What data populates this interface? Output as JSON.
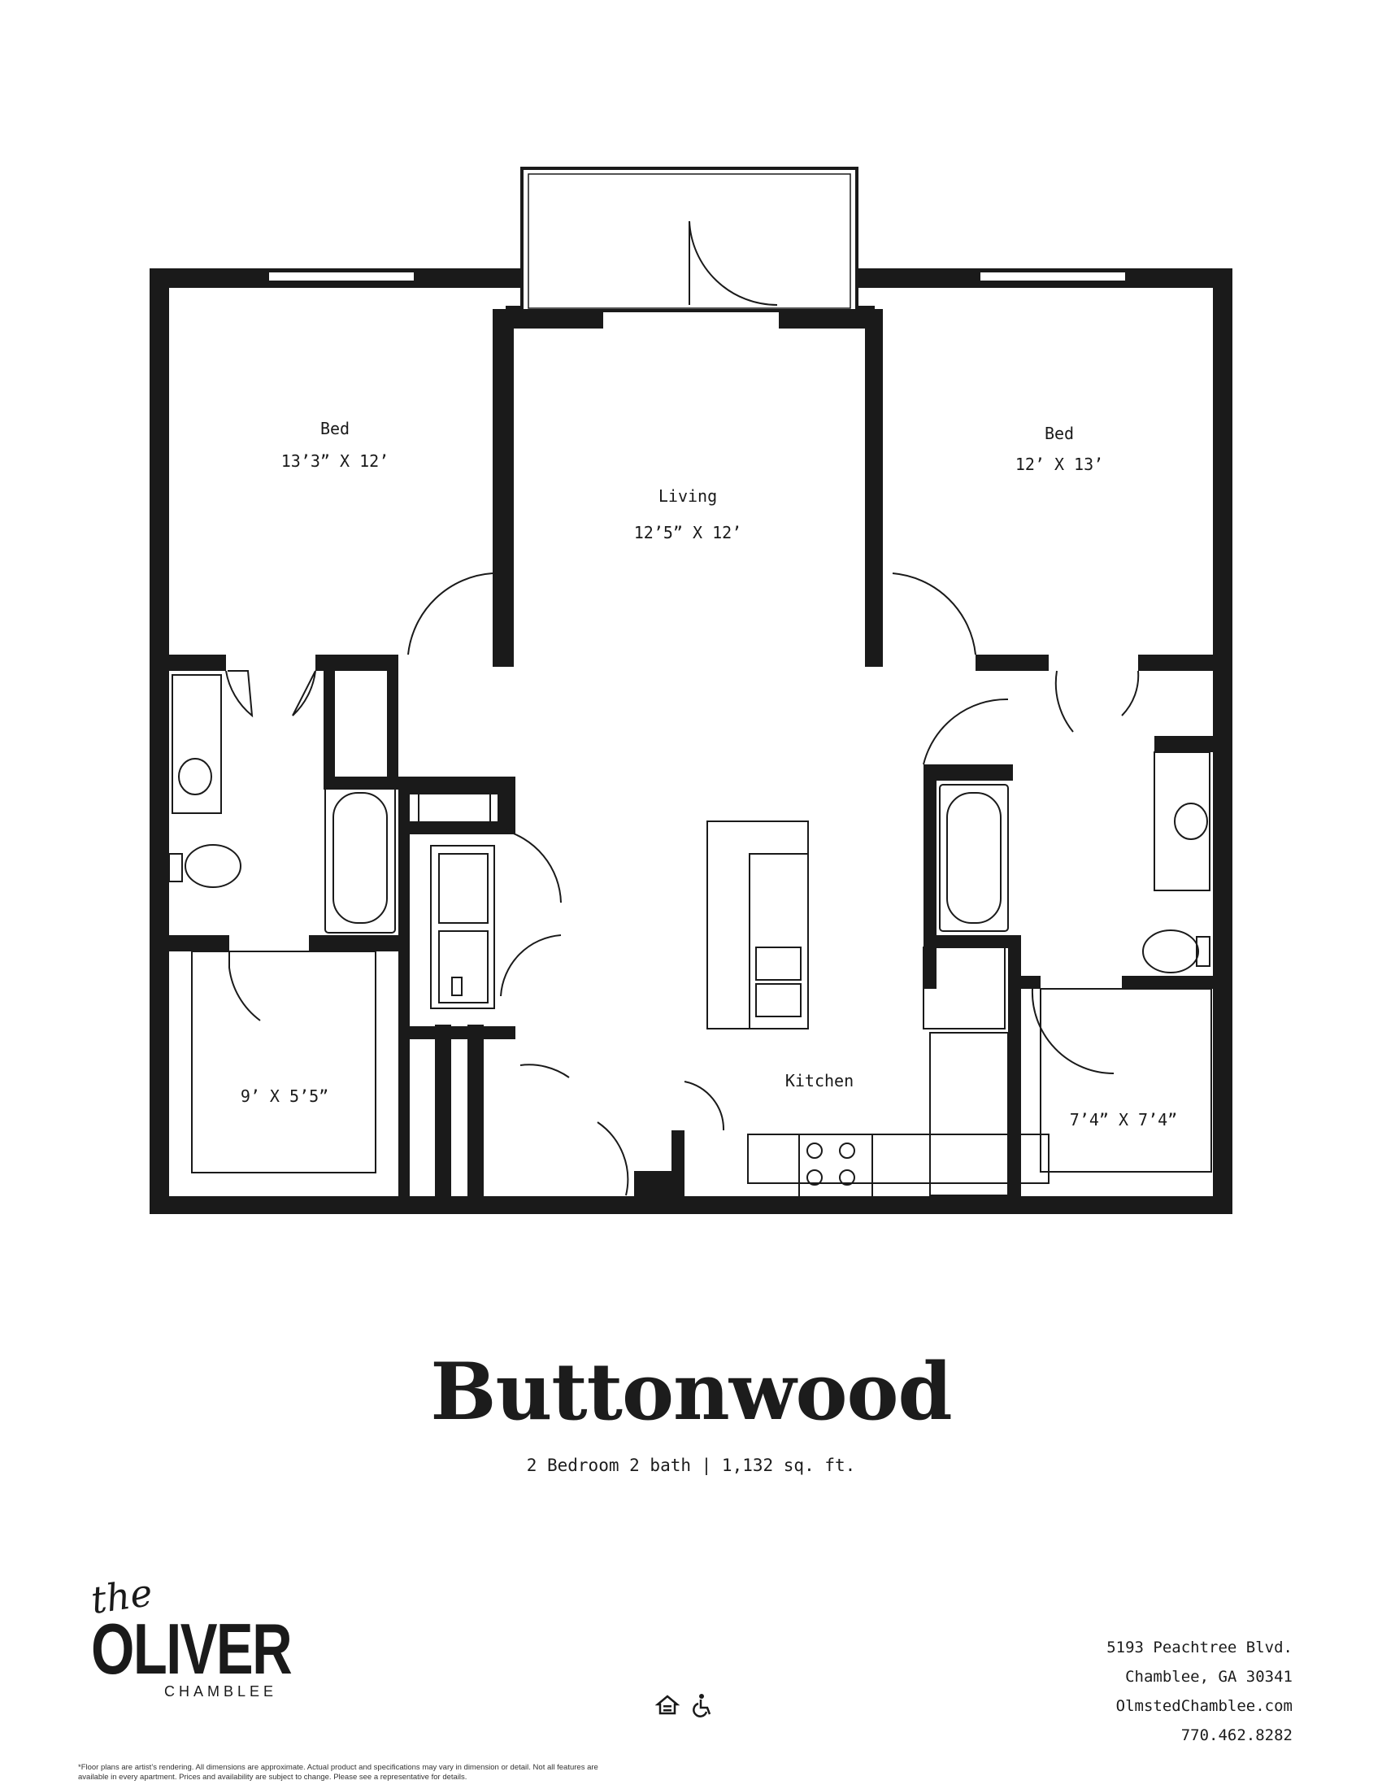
{
  "rooms": {
    "bed_left": {
      "name": "Bed",
      "size": "13’3” X 12’"
    },
    "living": {
      "name": "Living",
      "size": "12’5” X 12’"
    },
    "bed_right": {
      "name": "Bed",
      "size": "12’ X 13’"
    },
    "closet_left": {
      "size": "9’ X 5’5”"
    },
    "kitchen": {
      "name": "Kitchen"
    },
    "closet_right": {
      "size": "7’4” X 7’4”"
    }
  },
  "plan_name": "Buttonwood",
  "plan_summary": "2 Bedroom 2 bath | 1,132 sq. ft.",
  "logo": {
    "the": "the",
    "name": "OLIVER",
    "location": "CHAMBLEE"
  },
  "disclaimer": "*Floor plans are artist’s rendering. All dimensions are approximate. Actual product and specifications may vary in dimension or detail. Not all features are available in every apartment. Prices and availability are subject to change. Please see a representative for details.",
  "address": {
    "street": "5193 Peachtree Blvd.",
    "city": "Chamblee, GA 30341",
    "website": "OlmstedChamblee.com",
    "phone": "770.462.8282"
  },
  "icons": [
    "equal-housing-icon",
    "accessibility-icon"
  ],
  "colors": {
    "wall": "#1a1a1a",
    "background": "#ffffff"
  }
}
